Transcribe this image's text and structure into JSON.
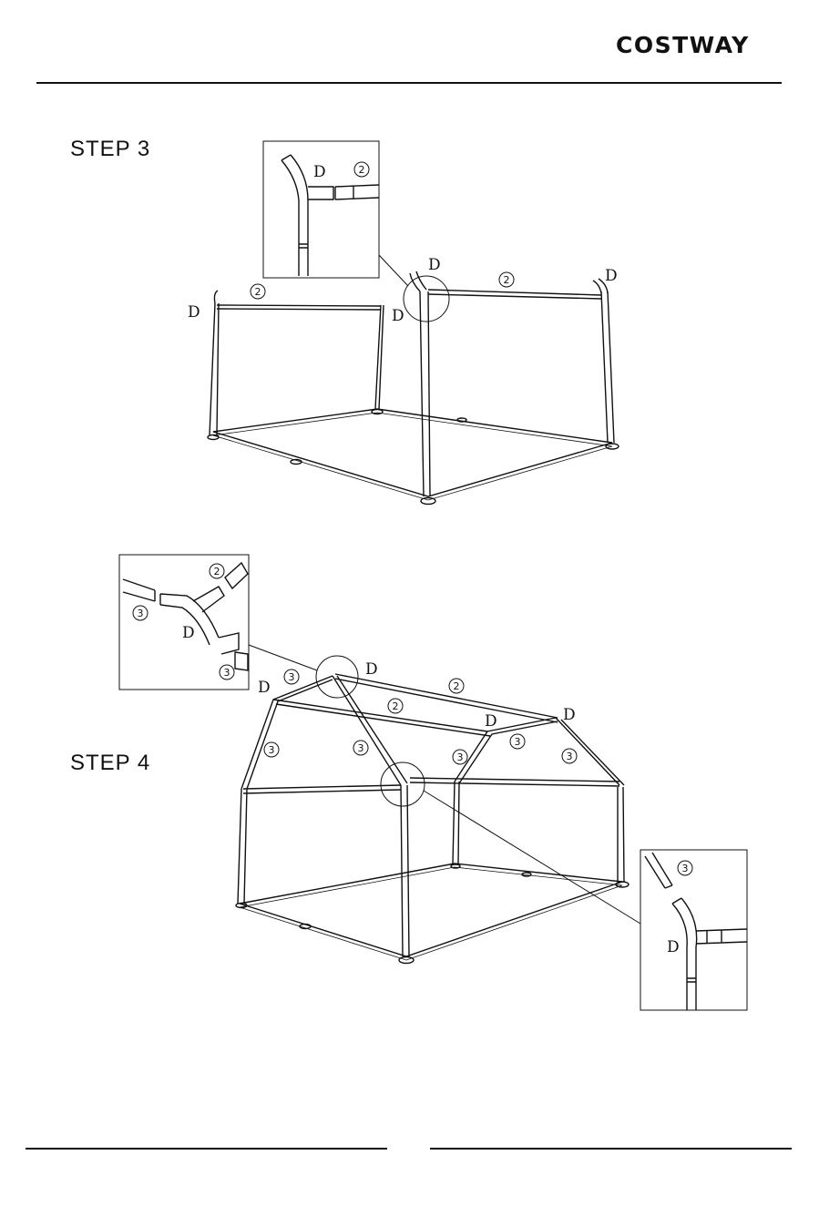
{
  "header": {
    "brand": "COSTWAY"
  },
  "steps": [
    {
      "title": "STEP 3"
    },
    {
      "title": "STEP 4"
    }
  ],
  "labels": {
    "connector": "D",
    "part2": "2",
    "part3": "3"
  }
}
